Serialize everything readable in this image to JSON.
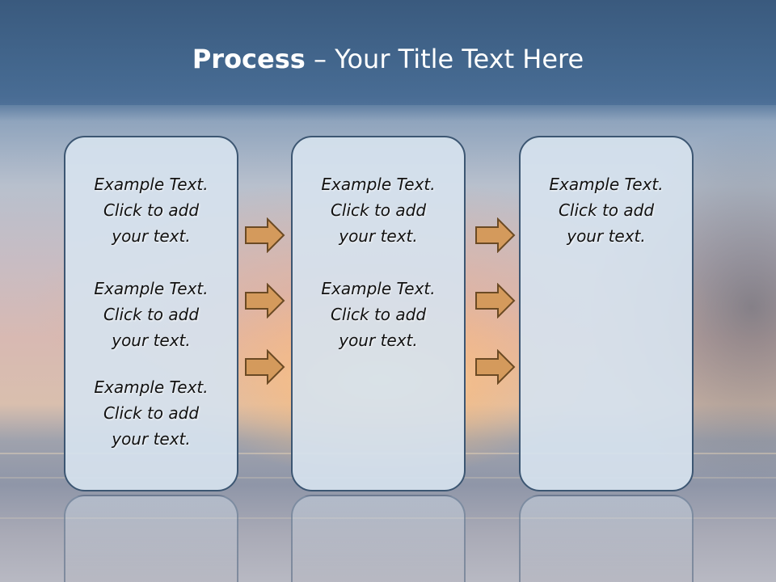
{
  "title": {
    "bold": "Process",
    "rest": "– Your Title Text Here"
  },
  "columns": [
    {
      "items": [
        {
          "line1": "Example Text.",
          "line2": "Click  to add",
          "line3": "your text."
        },
        {
          "line1": "Example Text.",
          "line2": "Click  to add",
          "line3": "your text."
        },
        {
          "line1": "Example Text.",
          "line2": "Click  to add",
          "line3": "your text."
        }
      ]
    },
    {
      "items": [
        {
          "line1": "Example Text.",
          "line2": "Click  to add",
          "line3": "your text."
        },
        {
          "line1": "Example Text.",
          "line2": "Click  to add",
          "line3": "your text."
        }
      ]
    },
    {
      "items": [
        {
          "line1": "Example Text.",
          "line2": "Click  to add",
          "line3": "your text."
        }
      ]
    }
  ],
  "colors": {
    "title_band": "#44688f",
    "box_fill": "#d6e2ee",
    "box_border": "#3c5672",
    "arrow_fill": "#d49a5c",
    "arrow_border": "#6b4a24"
  },
  "icons": {
    "connector": "right-arrow-icon"
  }
}
